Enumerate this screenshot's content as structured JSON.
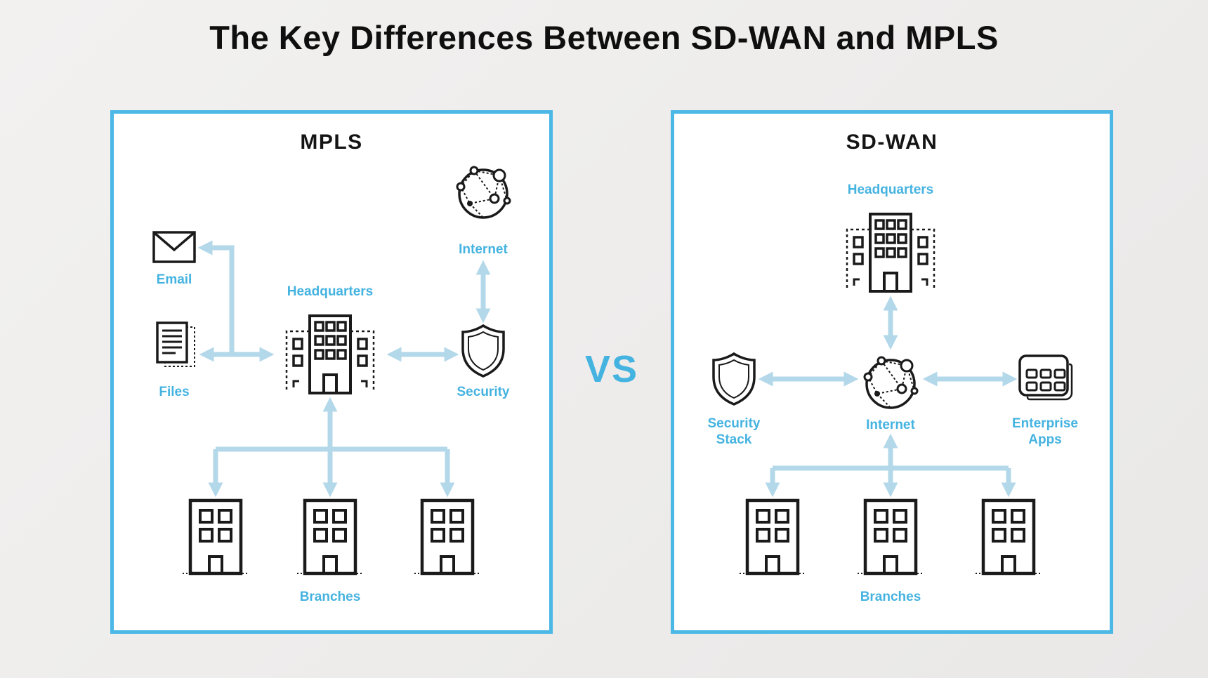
{
  "title": "The Key Differences Between SD-WAN and MPLS",
  "vs_label": "VS",
  "colors": {
    "panel_border": "#4bb8e6",
    "label_blue": "#45b3e0",
    "arrow_blue": "#b3d8ea",
    "icon_dark": "#1a1a1a",
    "background": "#edecec"
  },
  "mpls": {
    "panel_title": "MPLS",
    "labels": {
      "internet": "Internet",
      "email": "Email",
      "headquarters": "Headquarters",
      "files": "Files",
      "security": "Security",
      "branches": "Branches"
    }
  },
  "sdwan": {
    "panel_title": "SD-WAN",
    "labels": {
      "headquarters": "Headquarters",
      "security_stack": "Security Stack",
      "internet": "Internet",
      "enterprise_apps": "Enterprise Apps",
      "branches": "Branches"
    }
  }
}
